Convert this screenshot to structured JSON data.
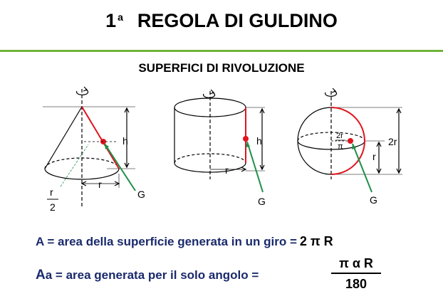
{
  "title": {
    "number": "1",
    "ordinal": "a",
    "text": "REGOLA DI GULDINO"
  },
  "subtitle": "SUPERFICI DI RIVOLUZIONE",
  "labels": {
    "cone": {
      "h": "h",
      "r": "r",
      "half_num": "r",
      "half_den": "2",
      "g": "G"
    },
    "cylinder": {
      "h": "h",
      "r": "r",
      "g": "G"
    },
    "sphere": {
      "inner_num": "2r",
      "inner_den": "π",
      "two_r": "2r",
      "r": "r",
      "g": "G"
    }
  },
  "formula1": {
    "text": "A = area della superficie generata in un giro =",
    "rhs": "2 π R"
  },
  "formula2": {
    "text": "A",
    "text_sub": "a",
    "rest": " = area  generata  per il solo angolo  =",
    "num": "π α R",
    "den": "180"
  },
  "colors": {
    "accent_rule": "#6fb33a",
    "red": "#e0141e",
    "green": "#1f8f4a",
    "text_blue": "#1a2a6c"
  }
}
